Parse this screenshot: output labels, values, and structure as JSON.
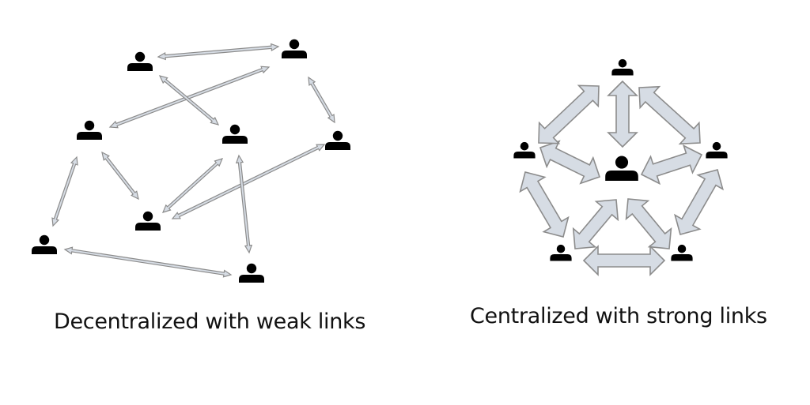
{
  "colors": {
    "person": "#000000",
    "arrow_fill": "#d6dce4",
    "arrow_stroke": "#8c8c8c",
    "background": "#ffffff"
  },
  "captions": {
    "left": "Decentralized with weak links",
    "right": "Centralized with strong links"
  },
  "decentralized": {
    "nodes": [
      "p1",
      "p2",
      "p3",
      "p4",
      "p5",
      "p6",
      "p7",
      "p8"
    ],
    "links": [
      [
        "p1",
        "p2"
      ],
      [
        "p2",
        "p3"
      ],
      [
        "p1",
        "p4"
      ],
      [
        "p2",
        "p5"
      ],
      [
        "p3",
        "p6"
      ],
      [
        "p3",
        "p7"
      ],
      [
        "p4",
        "p6"
      ],
      [
        "p5",
        "p6"
      ],
      [
        "p4",
        "p8"
      ],
      [
        "p7",
        "p8"
      ]
    ],
    "link_type": "weak bidirectional"
  },
  "centralized": {
    "nodes": [
      "center",
      "top",
      "left",
      "right",
      "bottom-left",
      "bottom-right"
    ],
    "links": [
      [
        "top",
        "center"
      ],
      [
        "left",
        "center"
      ],
      [
        "right",
        "center"
      ],
      [
        "bottom-left",
        "center"
      ],
      [
        "bottom-right",
        "center"
      ],
      [
        "top",
        "left"
      ],
      [
        "top",
        "right"
      ],
      [
        "left",
        "bottom-left"
      ],
      [
        "right",
        "bottom-right"
      ],
      [
        "bottom-left",
        "bottom-right"
      ]
    ],
    "link_type": "strong bidirectional"
  }
}
